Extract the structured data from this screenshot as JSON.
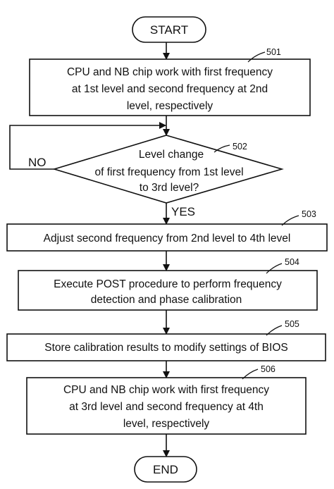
{
  "start": "START",
  "end": "END",
  "steps": [
    {
      "ref": "501",
      "lines": [
        "CPU and NB chip work with first frequency",
        "at 1st level and second frequency at 2nd",
        "level, respectively"
      ]
    },
    {
      "ref": "502",
      "lines": [
        "Level change",
        "of first frequency from 1st level",
        "to 3rd level?"
      ]
    },
    {
      "ref": "503",
      "lines": [
        "Adjust second frequency from 2nd level to 4th level"
      ]
    },
    {
      "ref": "504",
      "lines": [
        "Execute POST procedure to perform frequency",
        "detection and phase calibration"
      ]
    },
    {
      "ref": "505",
      "lines": [
        "Store calibration results to modify settings of BIOS"
      ]
    },
    {
      "ref": "506",
      "lines": [
        "CPU and NB chip work with first frequency",
        "at 3rd level and second frequency at 4th",
        "level, respectively"
      ]
    }
  ],
  "branches": {
    "no": "NO",
    "yes": "YES"
  }
}
